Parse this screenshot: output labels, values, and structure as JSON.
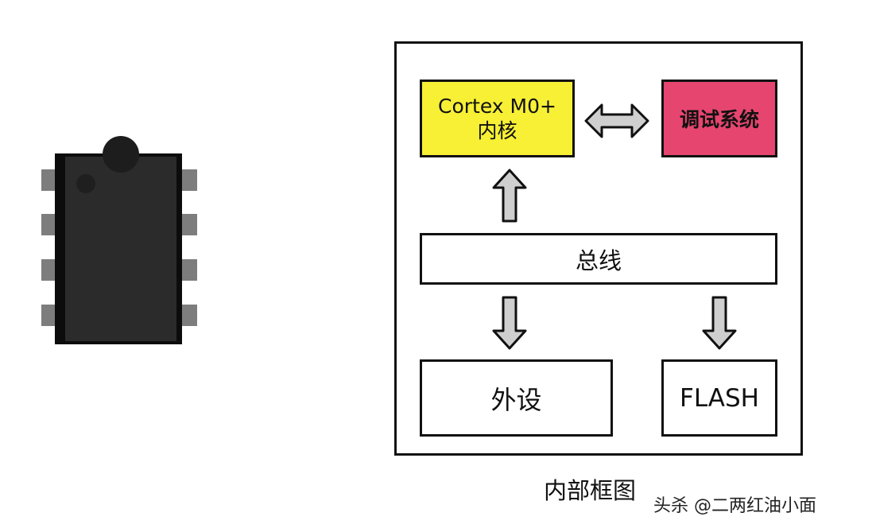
{
  "diagram": {
    "core": {
      "line1": "Cortex M0+",
      "line2": "内核",
      "color": "#f7f035"
    },
    "debug": {
      "label": "调试系统",
      "color": "#e6456f"
    },
    "bus": {
      "label": "总线"
    },
    "peripheral": {
      "label": "外设"
    },
    "flash": {
      "label": "FLASH"
    },
    "caption": "内部框图",
    "arrow_color": "#cfcfcf"
  },
  "watermark": "头杀 @二两红油小面"
}
